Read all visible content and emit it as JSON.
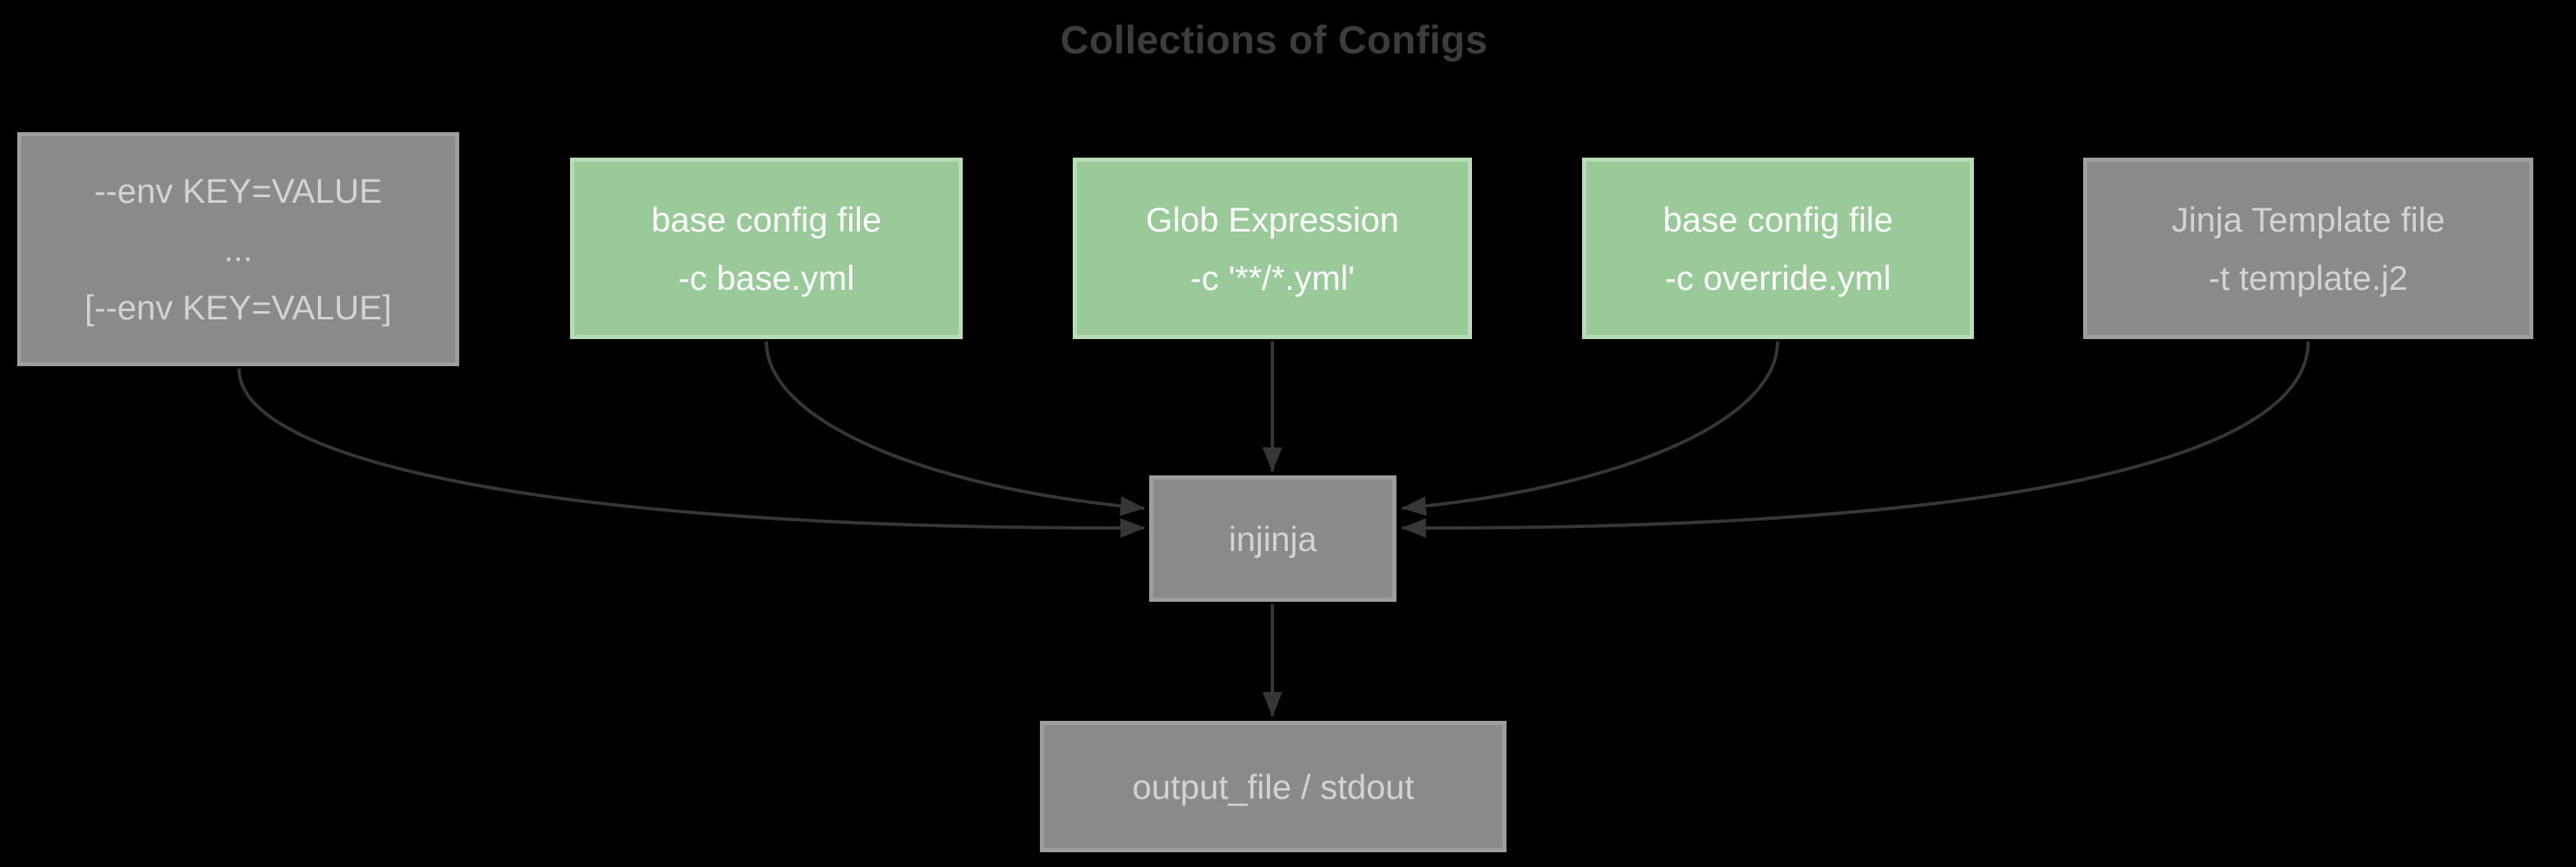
{
  "title": {
    "text": "Collections of Configs"
  },
  "colors": {
    "bg": "#000000",
    "gray_fill": "#8a8a8a",
    "gray_border": "#9e9e9e",
    "gray_text": "#d3d3d3",
    "green_fill": "#9aca9a",
    "green_border": "#b7deb7",
    "green_text": "#fcfcfc",
    "edge": "#363636",
    "title": "#3c3c3c"
  },
  "nodes": {
    "env": {
      "style": "gray",
      "lines": [
        "--env KEY=VALUE",
        "...",
        "[--env KEY=VALUE]"
      ]
    },
    "base_config": {
      "style": "green",
      "lines": [
        "base config file",
        "-c base.yml"
      ]
    },
    "glob": {
      "style": "green",
      "lines": [
        "Glob Expression",
        "-c '**/*.yml'"
      ]
    },
    "override_config": {
      "style": "green",
      "lines": [
        "base config file",
        "-c override.yml"
      ]
    },
    "jinja_template": {
      "style": "gray",
      "lines": [
        "Jinja Template file",
        "-t template.j2"
      ]
    },
    "injinja": {
      "style": "gray",
      "label": "injinja"
    },
    "output": {
      "style": "gray",
      "label": "output_file / stdout"
    }
  },
  "edges": [
    {
      "from": "env",
      "to": "injinja"
    },
    {
      "from": "base_config",
      "to": "injinja"
    },
    {
      "from": "glob",
      "to": "injinja"
    },
    {
      "from": "override_config",
      "to": "injinja"
    },
    {
      "from": "jinja_template",
      "to": "injinja"
    },
    {
      "from": "injinja",
      "to": "output"
    }
  ]
}
